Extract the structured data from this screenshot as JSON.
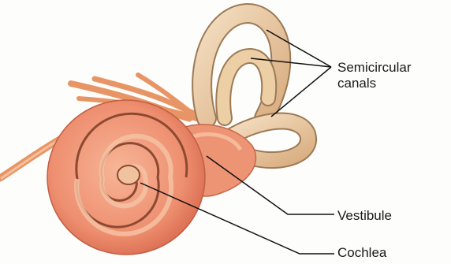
{
  "labels": {
    "semicircular_line1": "Semicircular",
    "semicircular_line2": "canals",
    "vestibule": "Vestibule",
    "cochlea": "Cochlea"
  },
  "colors": {
    "cochlea_fill": "#ec8a6c",
    "cochlea_light": "#f4a98c",
    "canal_fill": "#e8c49a",
    "canal_light": "#f3dcbc",
    "canal_outline": "#9c7a56",
    "nerve": "#ef9a6a",
    "leader_line": "#111111"
  }
}
